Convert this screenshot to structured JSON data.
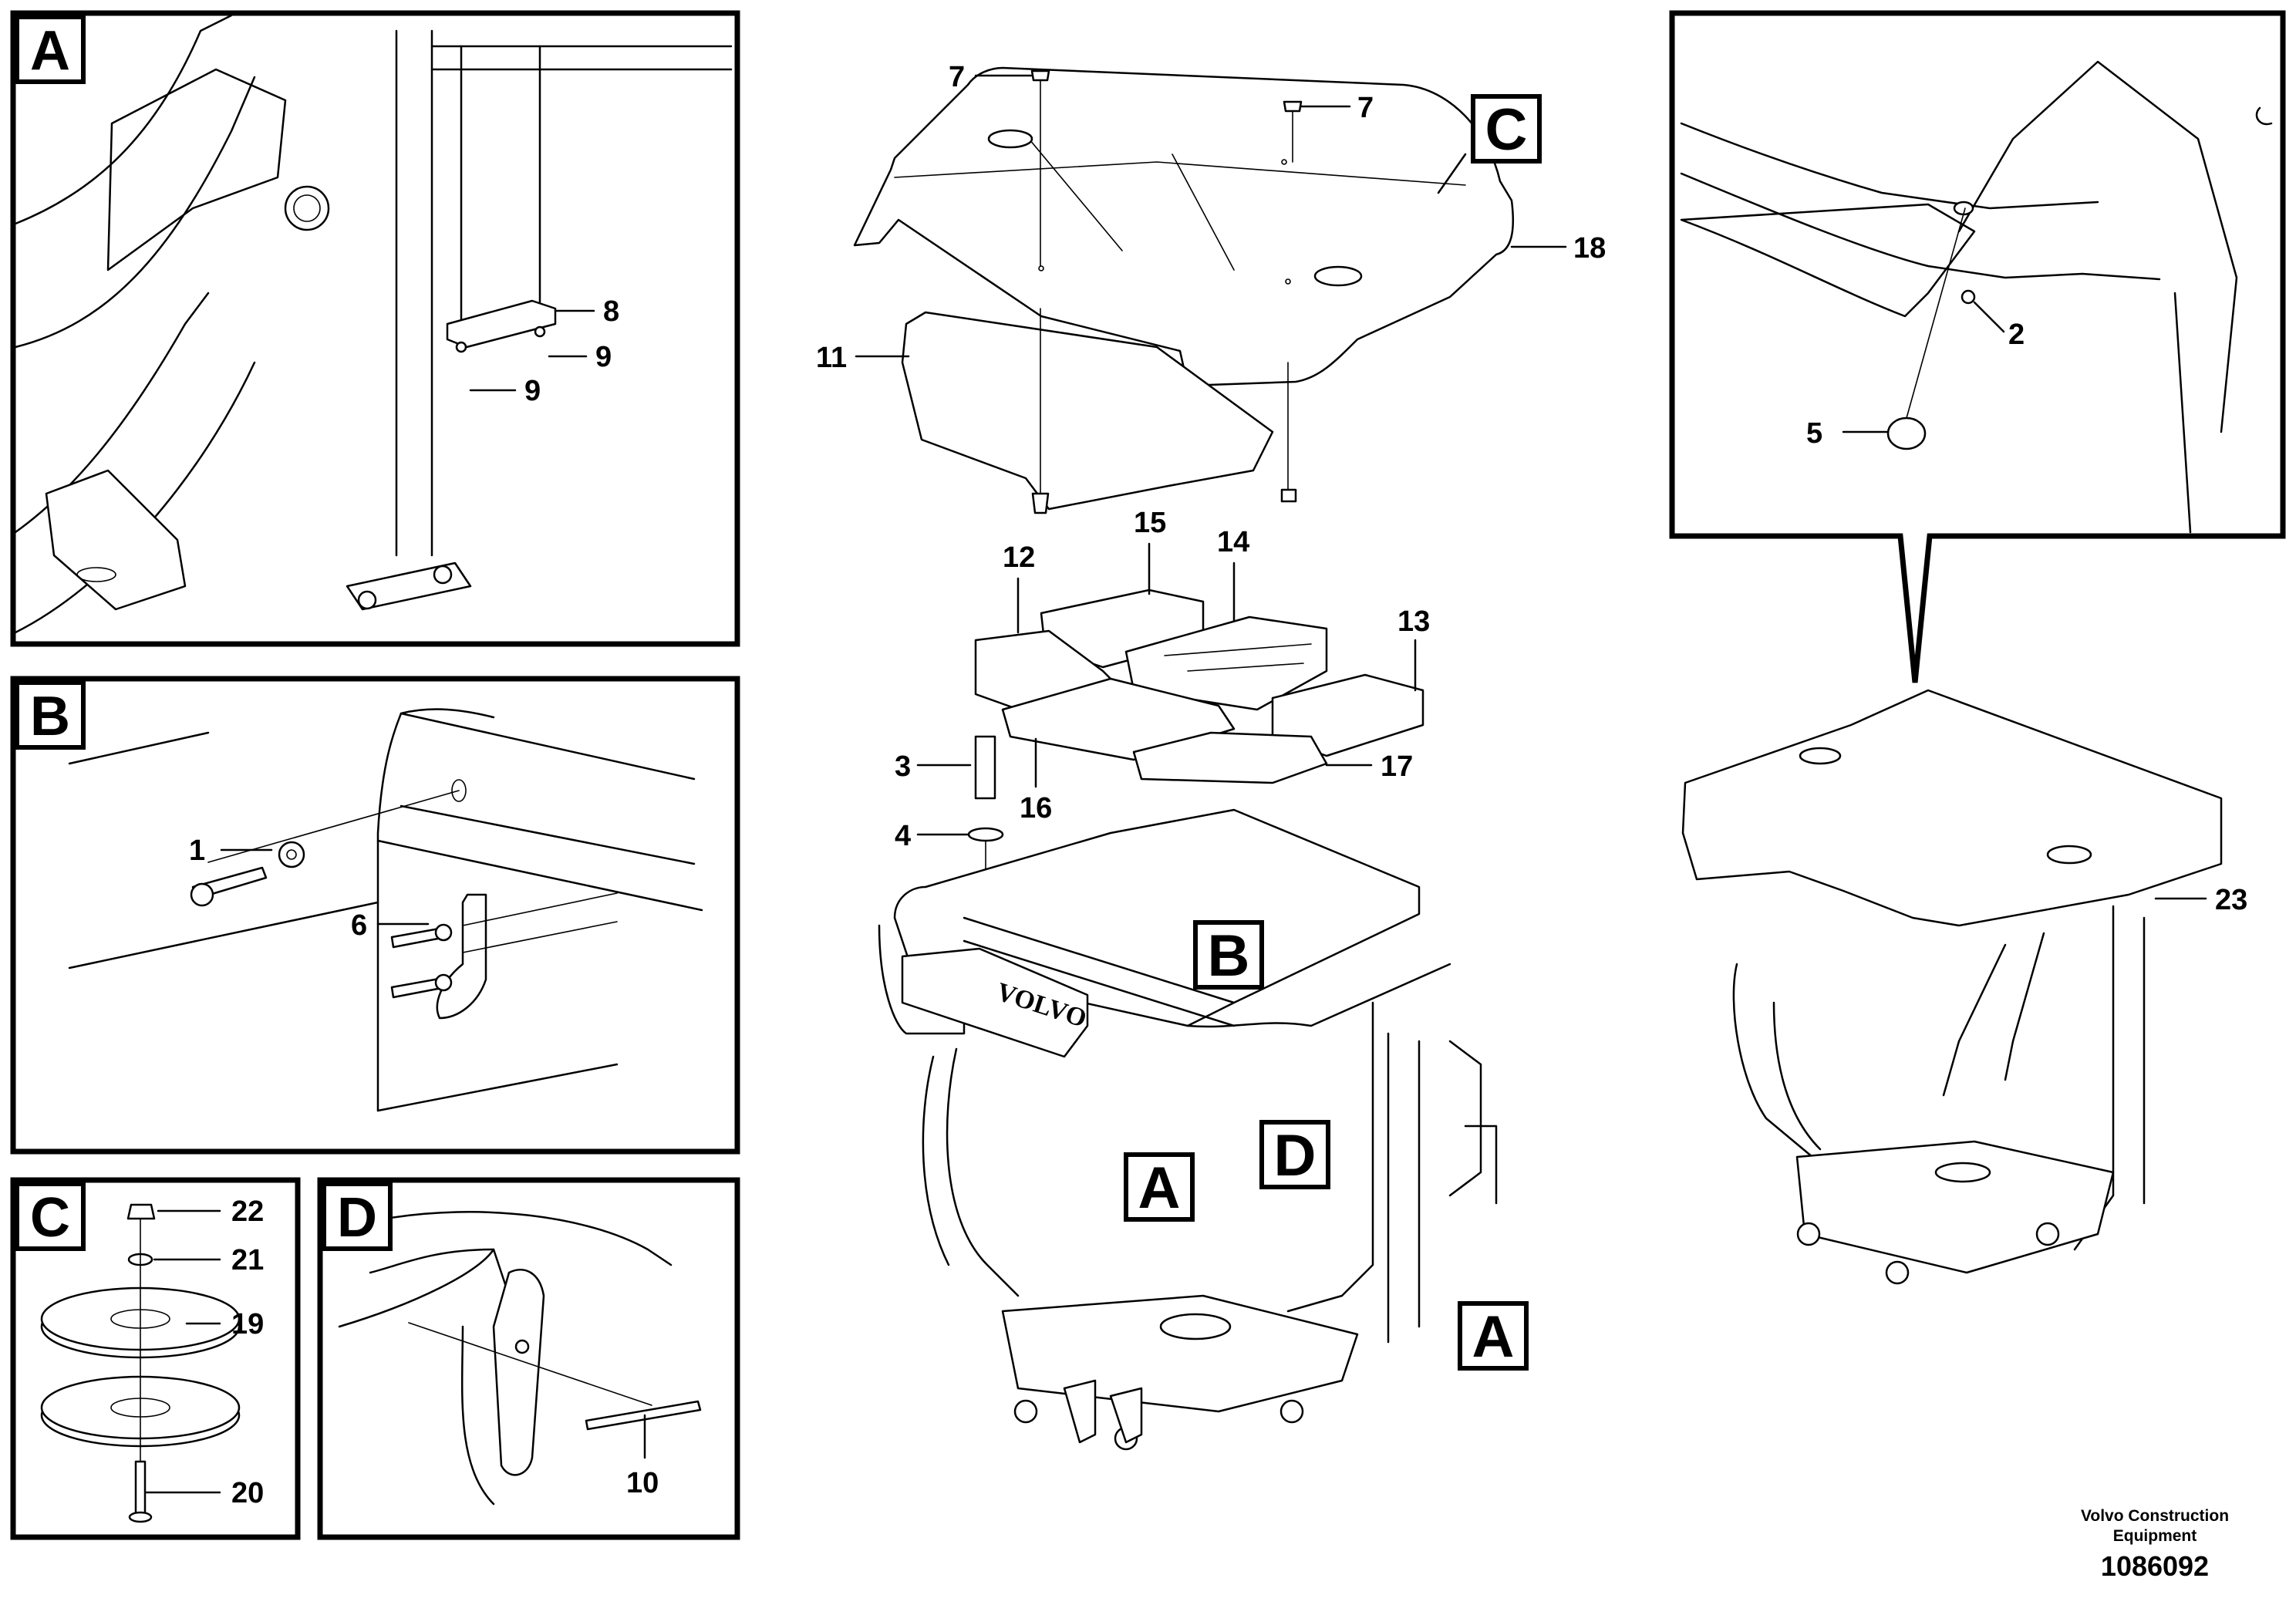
{
  "detail_views": {
    "A": {
      "letter": "A",
      "labels": [
        "8",
        "9",
        "9"
      ]
    },
    "B": {
      "letter": "B",
      "labels": [
        "1",
        "6"
      ]
    },
    "C": {
      "letter": "C",
      "labels": [
        "22",
        "21",
        "19",
        "20"
      ]
    },
    "D": {
      "letter": "D",
      "labels": [
        "10"
      ]
    }
  },
  "main_assembly": {
    "labels": [
      "7",
      "7",
      "18",
      "11",
      "15",
      "12",
      "14",
      "13",
      "3",
      "16",
      "17",
      "4"
    ],
    "callouts": [
      "C",
      "B",
      "D",
      "A",
      "A"
    ],
    "brand_text": "VOLVO"
  },
  "right_assembly": {
    "labels": [
      "2",
      "5",
      "23"
    ]
  },
  "footer": {
    "company_line1": "Volvo Construction",
    "company_line2": "Equipment",
    "drawing_number": "1086092"
  }
}
